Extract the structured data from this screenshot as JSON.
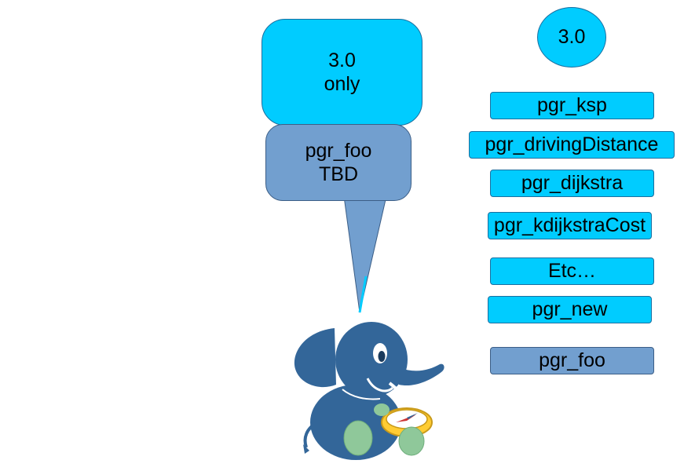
{
  "callout": {
    "top_line1": "3.0",
    "top_line2": "only",
    "bottom_line1": "pgr_foo",
    "bottom_line2": "TBD"
  },
  "version": "3.0",
  "functions": [
    {
      "label": "pgr_ksp",
      "style": "cyan"
    },
    {
      "label": "pgr_drivingDistance",
      "style": "cyan"
    },
    {
      "label": "pgr_dijkstra",
      "style": "cyan"
    },
    {
      "label": "pgr_kdijkstraCost",
      "style": "cyan"
    },
    {
      "label": "Etc…",
      "style": "cyan"
    },
    {
      "label": "pgr_new",
      "style": "cyan"
    },
    {
      "label": "pgr_foo",
      "style": "slate"
    }
  ],
  "colors": {
    "cyan": "#00ccff",
    "slate": "#729fcf",
    "elephant": "#336699",
    "feet": "#8fc89a"
  },
  "icons": {
    "mascot": "elephant-with-compass-icon"
  }
}
